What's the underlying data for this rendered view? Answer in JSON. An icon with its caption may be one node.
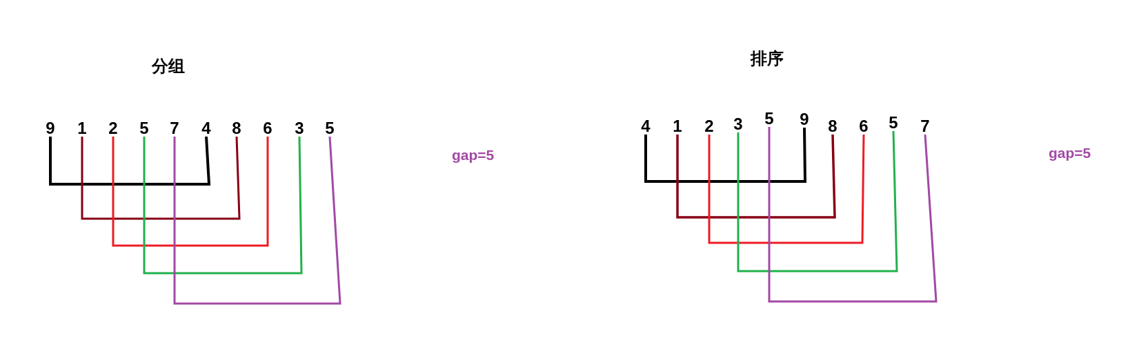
{
  "diagram": {
    "nodes": [
      {
        "text": [
          "9"
        ]
      },
      {
        "text": [
          "1"
        ]
      },
      {
        "text": [
          "2"
        ]
      },
      {
        "text": [
          "5"
        ]
      },
      {
        "text": [
          "7"
        ]
      },
      {
        "text": [
          "4"
        ]
      },
      {
        "text": [
          "8"
        ]
      },
      {
        "text": [
          "6"
        ]
      },
      {
        "text": [
          "3"
        ]
      },
      {
        "text": [
          "5"
        ]
      },
      {
        "text": [
          "4"
        ]
      },
      {
        "text": [
          "1"
        ]
      },
      {
        "text": [
          "2"
        ]
      },
      {
        "text": [
          "3"
        ]
      },
      {
        "text": [
          "5"
        ]
      },
      {
        "text": [
          "9"
        ]
      },
      {
        "text": [
          "8"
        ]
      },
      {
        "text": [
          "6"
        ]
      },
      {
        "text": [
          "5"
        ]
      },
      {
        "text": [
          "7"
        ]
      }
    ],
    "edges": [
      {
        "from": 0,
        "to": 5,
        "arrow": "none",
        "color": "#000000"
      },
      {
        "from": 1,
        "to": 6,
        "arrow": "none",
        "color": "#880015"
      },
      {
        "from": 2,
        "to": 7,
        "arrow": "none",
        "color": "#ed1c24"
      },
      {
        "from": 3,
        "to": 8,
        "arrow": "none",
        "color": "#22b14c"
      },
      {
        "from": 4,
        "to": 9,
        "arrow": "none",
        "color": "#a349a4"
      },
      {
        "from": 10,
        "to": 15,
        "arrow": "none",
        "color": "#000000"
      },
      {
        "from": 11,
        "to": 16,
        "arrow": "none",
        "color": "#880015"
      },
      {
        "from": 12,
        "to": 17,
        "arrow": "none",
        "color": "#ed1c24"
      },
      {
        "from": 13,
        "to": 18,
        "arrow": "none",
        "color": "#22b14c"
      },
      {
        "from": 14,
        "to": 19,
        "arrow": "none",
        "color": "#a349a4"
      }
    ],
    "labels": [
      "分组",
      "排序",
      "gap=5",
      "gap=5"
    ]
  }
}
